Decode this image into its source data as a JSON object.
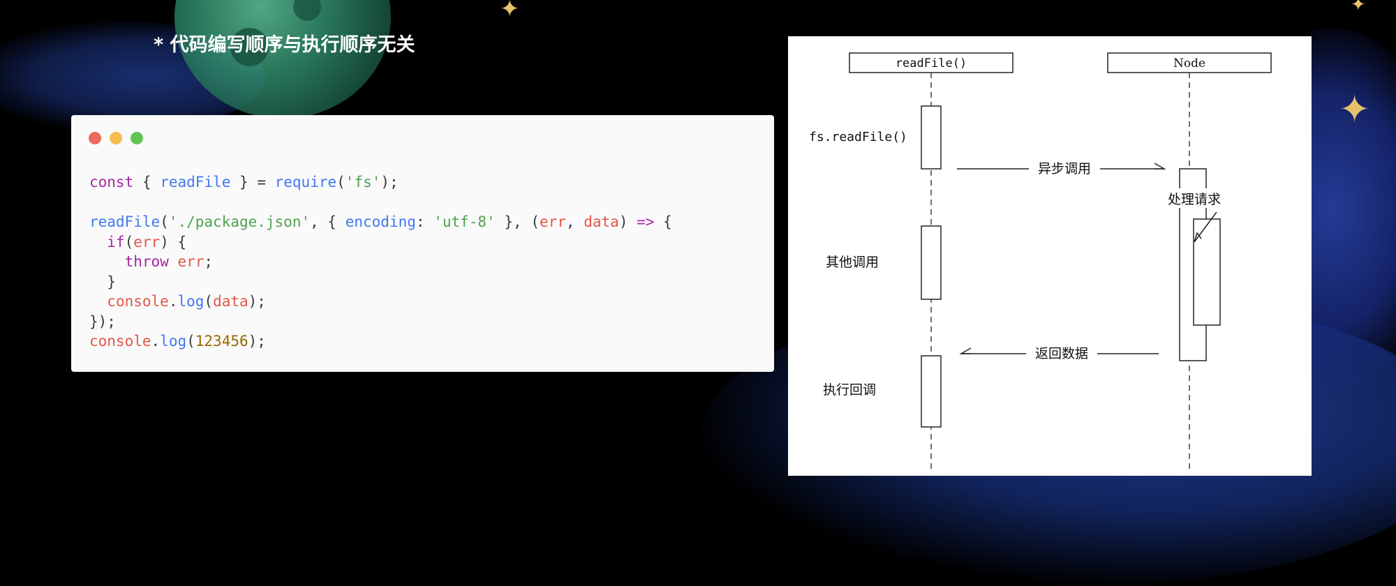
{
  "slide": {
    "heading": "* 代码编写顺序与执行顺序无关"
  },
  "code_window": {
    "lines": [
      "const { readFile } = require('fs');",
      "",
      "readFile('./package.json', { encoding: 'utf-8' }, (err, data) => {",
      "  if(err) {",
      "    throw err;",
      "  }",
      "  console.log(data);",
      "});",
      "console.log(123456);"
    ]
  },
  "diagram": {
    "lifelines": [
      "readFile()",
      "Node"
    ],
    "labels": {
      "call": "fs.readFile()",
      "async_call": "异步调用",
      "process_request": "处理请求",
      "other_calls": "其他调用",
      "return_data": "返回数据",
      "run_callback": "执行回调"
    }
  },
  "colors": {
    "background": "#000000",
    "code_bg": "#fafafa",
    "keyword": "#a626a4",
    "function": "#4078f2",
    "string": "#50a14f",
    "variable": "#e45649",
    "number": "#986801"
  }
}
